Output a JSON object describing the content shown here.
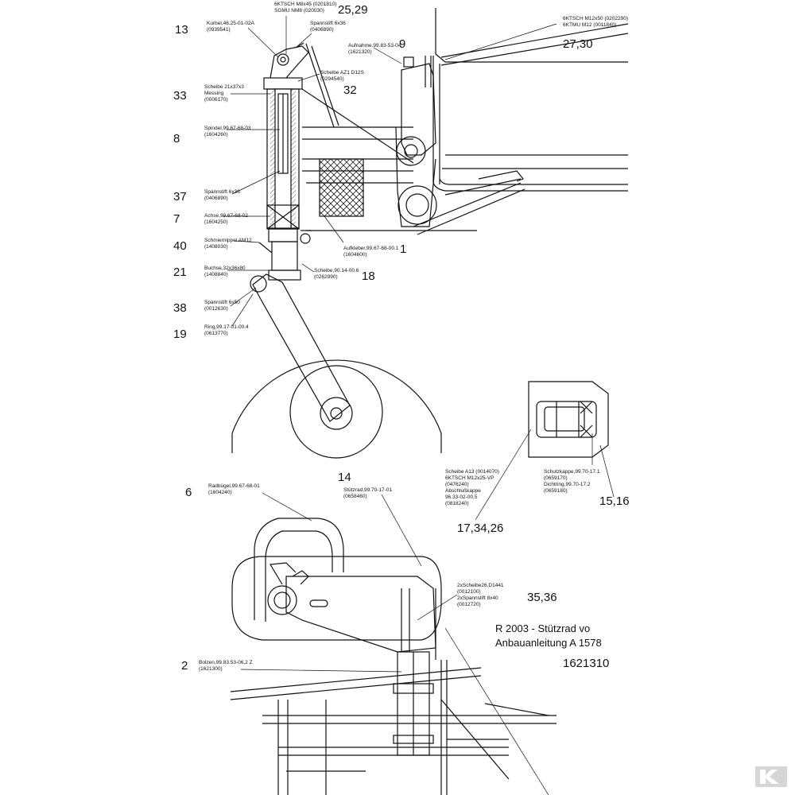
{
  "numbers": {
    "n13": "13",
    "n25_29": "25,29",
    "n27_30": "27,30",
    "n9": "9",
    "n33": "33",
    "n32": "32",
    "n8": "8",
    "n37": "37",
    "n7": "7",
    "n40": "40",
    "n1": "1",
    "n21": "21",
    "n18": "18",
    "n38": "38",
    "n19": "19",
    "n14": "14",
    "n6": "6",
    "n17_34_26": "17,34,26",
    "n15_16": "15,16",
    "n35_36": "35,36",
    "n2": "2"
  },
  "labels": {
    "kurbel": [
      "Kurbel,46.25-01-02A",
      "(0939541)"
    ],
    "sktsch_top": [
      "6KTSCH M8x45 (0201810)",
      "SGMU NM8 (020030)"
    ],
    "spannstift_top": [
      "Spannstift 6x36",
      "(0406890)"
    ],
    "sktsch_right": [
      "6KTSCH M12x50 (0202290)",
      "6KTMU M12 (0011840)"
    ],
    "aufnahme": [
      "Aufnahme,99.83-53-04",
      "(1621320)"
    ],
    "scheibe_az": [
      "Scheibe AZ1 D12S",
      "(0294540)"
    ],
    "scheibe_messing": [
      "Scheibe 21x37x3",
      "Messing",
      "(0006170)"
    ],
    "spindel": [
      "Spindel,99.67-68-03",
      "(1604260)"
    ],
    "spannstift_mid": [
      "Spannstift 6x36",
      "(0406890)"
    ],
    "achse": [
      "Achse,99.67-68-02",
      "(1604250)"
    ],
    "schmiernippel": [
      "Schmiernippel AM12",
      "(1408030)"
    ],
    "aufkleber": [
      "Aufkleber,99.67-68-00.1",
      "(1604600)"
    ],
    "buchse": [
      "Buchse,32x36x80",
      "(1408840)"
    ],
    "scheibe_90": [
      "Scheibe,90.14-00.6",
      "(0262990)"
    ],
    "spannstift_low": [
      "Spannstift 6x50",
      "(0012630)"
    ],
    "ring": [
      "Ring,99.17-01-00.4",
      "(0613770)"
    ],
    "radbuegel": [
      "Radbügel,99.67-68-01",
      "(1604240)"
    ],
    "stuetzrad": [
      "Stützrad,99.70-17-01",
      "(0658460)"
    ],
    "scheibe_a13": [
      "Scheibe A13 (0014070)",
      "6KTSCH M12x25-VP",
      "(0476240)",
      "Abschlußkappe",
      "96.33-02-00.5",
      "(0818240)"
    ],
    "schutzkappe": [
      "Schutzkappe,99.70-17.1",
      "(0659170)",
      "Dichtring,99.70-17.2",
      "(0659180)"
    ],
    "scheibe_2x": [
      "2xScheibe26,D1441",
      "(0012100)",
      "2xSpannstift 8x40",
      "(0012720)"
    ],
    "bolzen": [
      "Bolzen,99.83.53-06,2 Z",
      "(1621300)"
    ]
  },
  "title": {
    "line1": "R 2003 - Stützrad vo",
    "line2": "Anbauanleitung  A 1578",
    "docno": "1621310"
  },
  "colors": {
    "ink": "#111111",
    "logo_bg": "#d8d8d8",
    "logo_fg": "#ffffff"
  }
}
